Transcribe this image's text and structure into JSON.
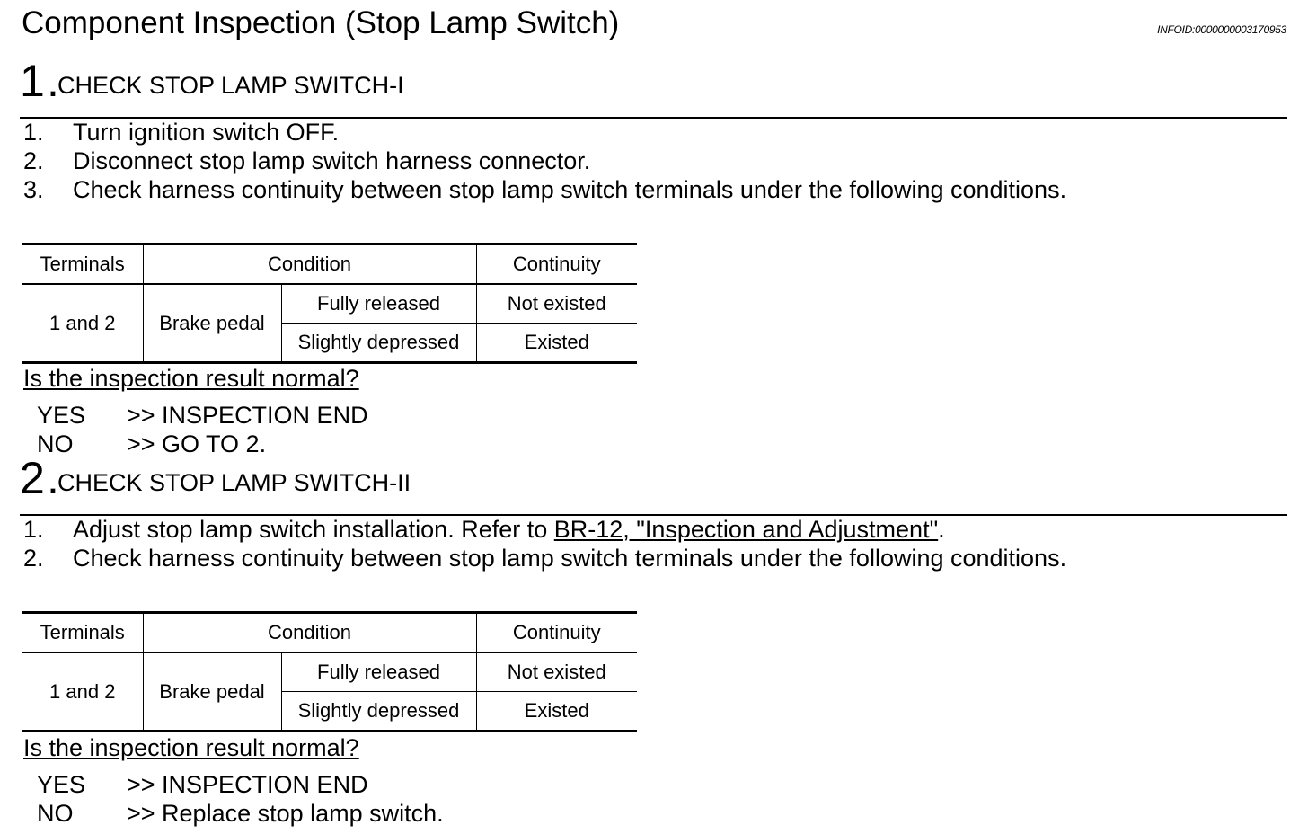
{
  "header": {
    "title": "Component Inspection (Stop Lamp Switch)",
    "info_id": "INFOID:0000000003170953"
  },
  "steps": [
    {
      "number": "1",
      "title": "CHECK STOP LAMP SWITCH-I",
      "instructions": [
        {
          "num": "1.",
          "text": "Turn ignition switch OFF."
        },
        {
          "num": "2.",
          "text": "Disconnect stop lamp switch harness connector."
        },
        {
          "num": "3.",
          "text": "Check harness continuity between stop lamp switch terminals under the following conditions."
        }
      ],
      "table": {
        "headers": [
          "Terminals",
          "Condition",
          "Continuity"
        ],
        "terminals": "1 and 2",
        "component": "Brake pedal",
        "rows": [
          {
            "condition": "Fully released",
            "continuity": "Not existed"
          },
          {
            "condition": "Slightly depressed",
            "continuity": "Existed"
          }
        ]
      },
      "question": "Is the inspection result normal?",
      "answers": [
        {
          "label": "YES",
          "action": ">> INSPECTION END"
        },
        {
          "label": "NO",
          "action": ">> GO TO 2."
        }
      ]
    },
    {
      "number": "2",
      "title": "CHECK STOP LAMP SWITCH-II",
      "instructions": [
        {
          "num": "1.",
          "text_before": "Adjust stop lamp switch installation. Refer to ",
          "link": "BR-12, \"Inspection and Adjustment\"",
          "text_after": "."
        },
        {
          "num": "2.",
          "text": "Check harness continuity between stop lamp switch terminals under the following conditions."
        }
      ],
      "table": {
        "headers": [
          "Terminals",
          "Condition",
          "Continuity"
        ],
        "terminals": "1 and 2",
        "component": "Brake pedal",
        "rows": [
          {
            "condition": "Fully released",
            "continuity": "Not existed"
          },
          {
            "condition": "Slightly depressed",
            "continuity": "Existed"
          }
        ]
      },
      "question": "Is the inspection result normal?",
      "answers": [
        {
          "label": "YES",
          "action": ">> INSPECTION END"
        },
        {
          "label": "NO",
          "action": ">> Replace stop lamp switch."
        }
      ]
    }
  ]
}
